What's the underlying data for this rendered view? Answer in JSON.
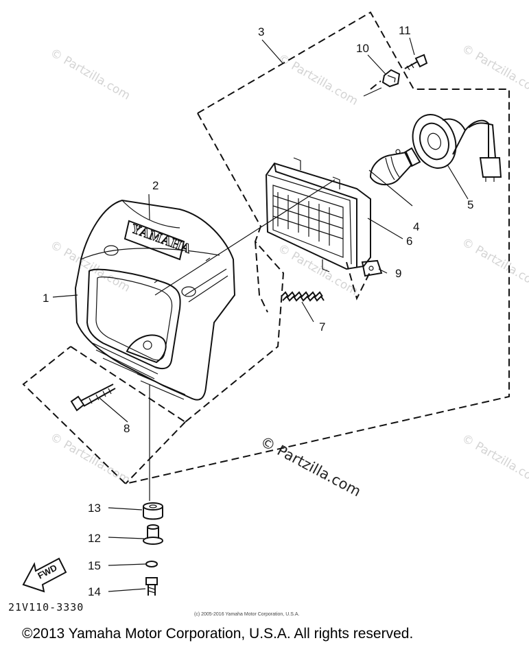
{
  "watermark": {
    "text": "© Partzilla.com",
    "center_text": "© Partzilla.com"
  },
  "callouts": {
    "c1": "1",
    "c2": "2",
    "c3": "3",
    "c4": "4",
    "c5": "5",
    "c6": "6",
    "c7": "7",
    "c8": "8",
    "c9": "9",
    "c10": "10",
    "c11": "11",
    "c12": "12",
    "c13": "13",
    "c14": "14",
    "c15": "15"
  },
  "brand_text": "YAMAHA",
  "fwd_label": "FWD",
  "diagram_code": "21V110-3330",
  "small_copyright": "(c) 2005-2016 Yamaha Motor Corporation, U.S.A.",
  "footer": "©2013 Yamaha Motor Corporation, U.S.A. All rights reserved."
}
